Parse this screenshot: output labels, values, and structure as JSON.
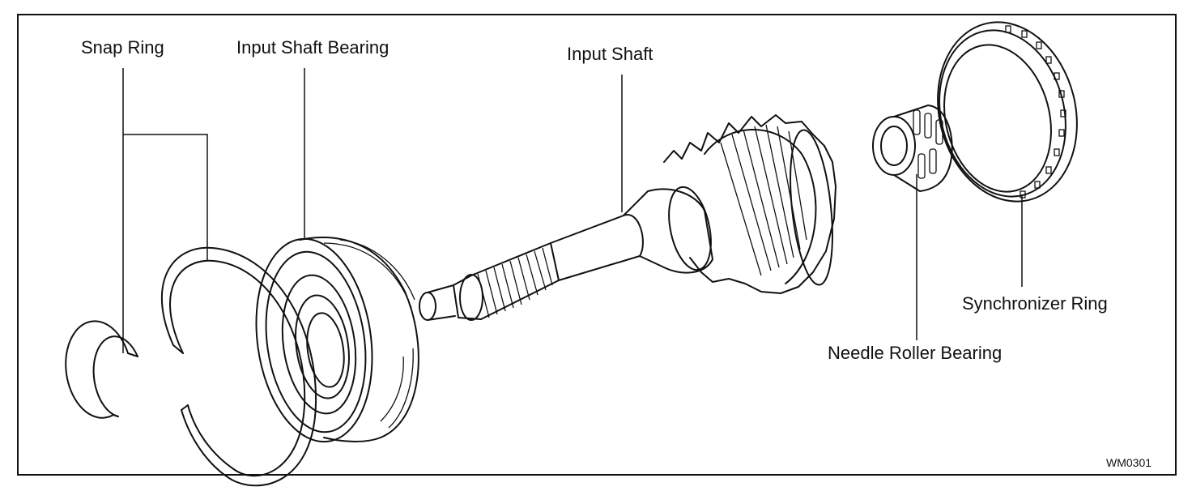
{
  "labels": {
    "snap_ring": "Snap Ring",
    "input_shaft_bearing": "Input Shaft Bearing",
    "input_shaft": "Input Shaft",
    "needle_roller_bearing": "Needle Roller Bearing",
    "synchronizer_ring": "Synchronizer Ring"
  },
  "figure_code": "WM0301"
}
